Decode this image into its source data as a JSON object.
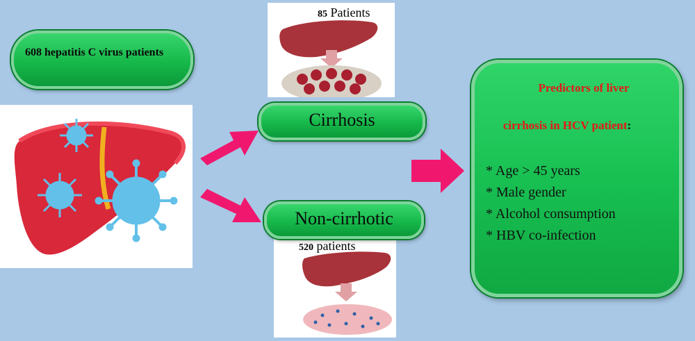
{
  "start_box": {
    "text": "608 hepatitis C virus patients"
  },
  "cirrhosis": {
    "label": "Cirrhosis",
    "count": "85",
    "count_unit": "Patients"
  },
  "non_cirrhotic": {
    "label": "Non-cirrhotic",
    "count": "520",
    "count_unit": "patients"
  },
  "predictors": {
    "title_line1": "Predictors of liver",
    "title_line2": "cirrhosis in HCV patient",
    "title_suffix": ":",
    "items": [
      "* Age > 45 years",
      "* Male gender",
      "* Alcohol consumption",
      "* HBV co-infection"
    ]
  },
  "colors": {
    "background": "#a8c8e6",
    "pill_green": "#1fc454",
    "title_red": "#e41818",
    "arrow_pink": "#f0186e",
    "liver_red": "#d8283a",
    "virus_blue": "#63c0e8"
  }
}
